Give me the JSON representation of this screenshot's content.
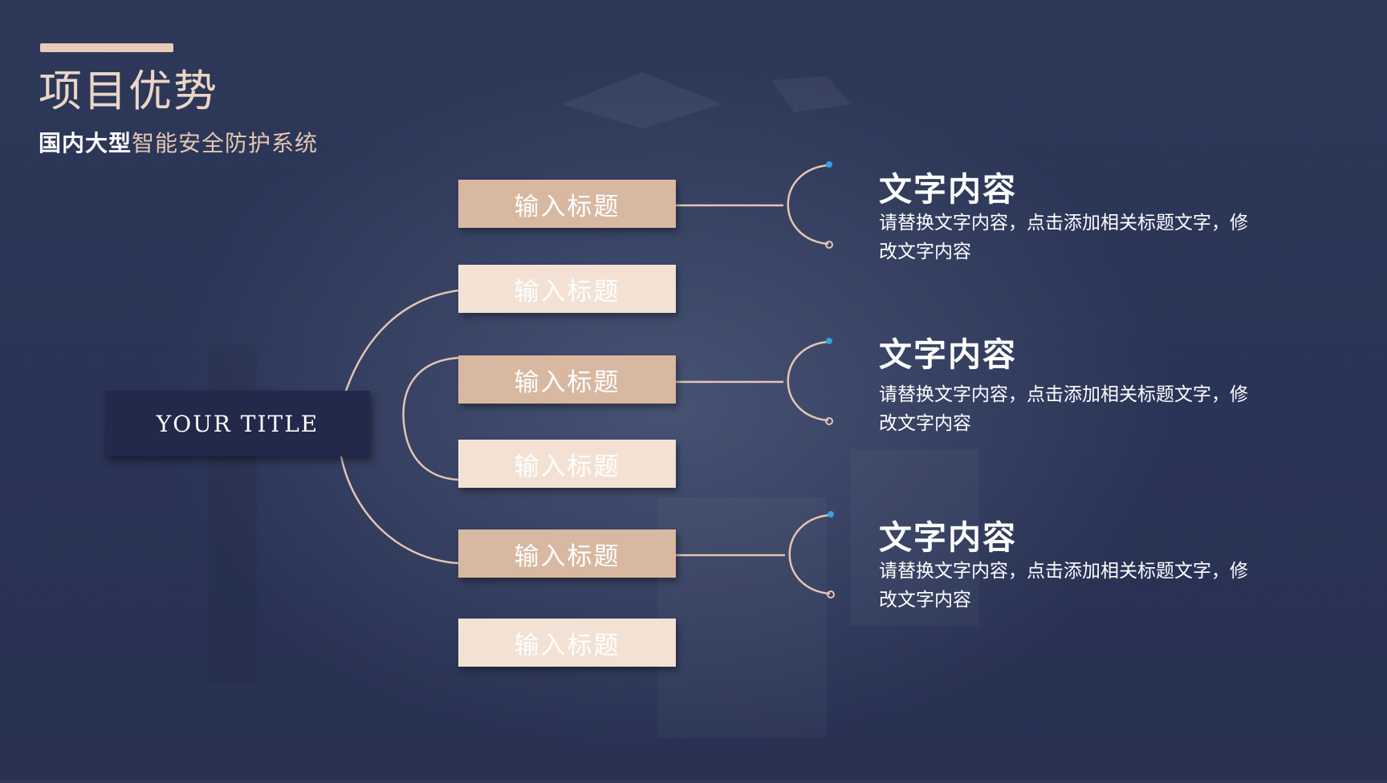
{
  "page": {
    "title": "项目优势",
    "subtitle_part1": "国内大型",
    "subtitle_part2": "智能安全防护系统"
  },
  "root": {
    "label": "YOUR  TITLE"
  },
  "nodes": [
    {
      "label": "输入标题",
      "style": "dark"
    },
    {
      "label": "输入标题",
      "style": "light"
    },
    {
      "label": "输入标题",
      "style": "dark"
    },
    {
      "label": "输入标题",
      "style": "light"
    },
    {
      "label": "输入标题",
      "style": "dark"
    },
    {
      "label": "输入标题",
      "style": "light"
    }
  ],
  "contents": [
    {
      "heading": "文字内容",
      "body": "请替换文字内容，点击添加相关标题文字，修改文字内容"
    },
    {
      "heading": "文字内容",
      "body": "请替换文字内容，点击添加相关标题文字，修改文字内容"
    },
    {
      "heading": "文字内容",
      "body": "请替换文字内容，点击添加相关标题文字，修改文字内容"
    }
  ],
  "colors": {
    "background": "#2a3456",
    "accent": "#e7cbb8",
    "node_dark": "#d8b8a1",
    "node_light": "#f3e2d4",
    "root_box": "#22294a",
    "bracket_dot": "#3aa0e0"
  }
}
